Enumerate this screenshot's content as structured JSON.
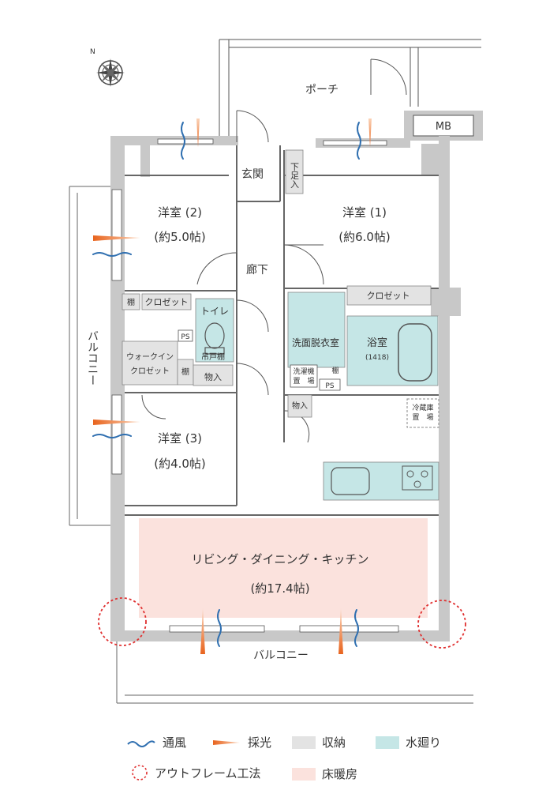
{
  "rooms": {
    "porch": "ポーチ",
    "mb": "MB",
    "genkan": "玄関",
    "shoe": "下足入",
    "yoshitsu2": "洋室 (2)",
    "yoshitsu2_size": "(約5.0帖)",
    "yoshitsu1": "洋室 (1)",
    "yoshitsu1_size": "(約6.0帖)",
    "corridor": "廊下",
    "closet": "クロゼット",
    "shelf": "棚",
    "toilet": "トイレ",
    "tsurido": "吊戸棚",
    "ps": "PS",
    "walkin_1": "ウォークイン",
    "walkin_2": "クロゼット",
    "storage": "物入",
    "washroom": "洗面脱衣室",
    "bath": "浴室",
    "bath_size": "(1418)",
    "washer_1": "洗濯機",
    "washer_2": "置　場",
    "fridge_1": "冷蔵庫",
    "fridge_2": "置　場",
    "yoshitsu3": "洋室 (3)",
    "yoshitsu3_size": "(約4.0帖)",
    "ldk": "リビング・ダイニング・キッチン",
    "ldk_size": "(約17.4帖)",
    "balcony_bottom": "バルコニー",
    "balcony_left": "バルコニー"
  },
  "legend": {
    "ventilation": "通風",
    "daylight": "採光",
    "storage": "収納",
    "water": "水廻り",
    "outframe": "アウトフレーム工法",
    "floor_heating": "床暖房"
  },
  "colors": {
    "wall": "#c8c8c8",
    "storage": "#e3e3e3",
    "water": "#c5e6e6",
    "floor_heating": "#fbe2dd",
    "ventilation": "#2f6fb0",
    "daylight": "#e8641e",
    "outframe": "#e03030"
  },
  "icons": {
    "compass": "compass-icon"
  }
}
